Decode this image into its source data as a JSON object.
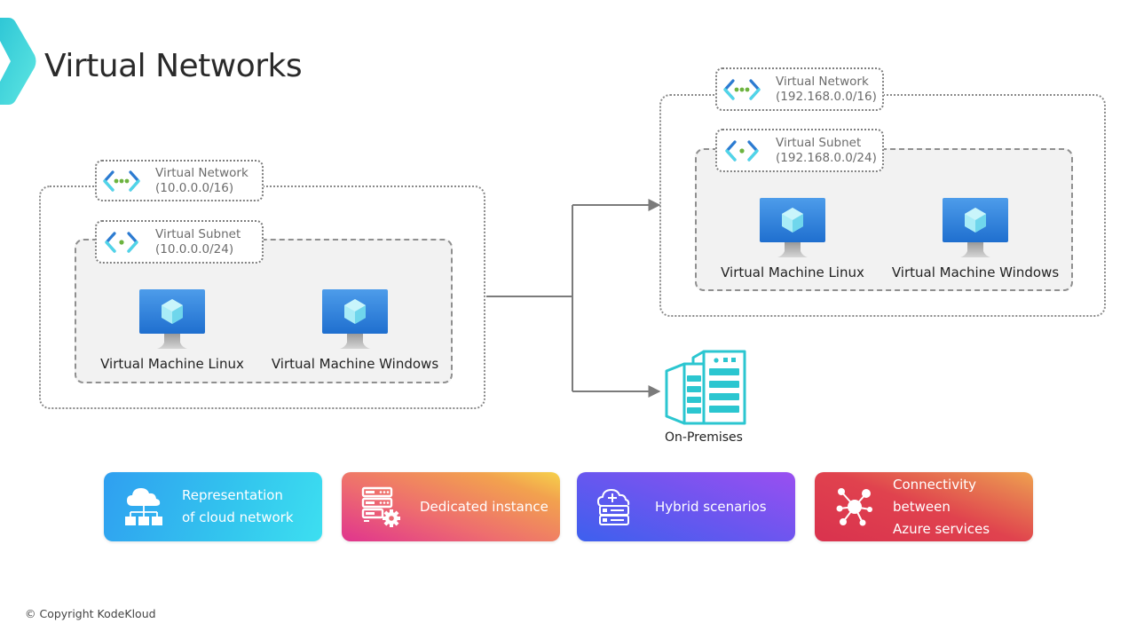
{
  "header": {
    "title": "Virtual Networks",
    "logo_icon": "chevron-right-icon"
  },
  "colors": {
    "accent": "#3ad3d8",
    "vnet_icon_blue": "#2c7bd1",
    "vnet_icon_cyan": "#50d5e8",
    "vnet_icon_dot": "#6db33f",
    "vm_screen": "#2f84e0",
    "onprem_teal": "#2bc6d0",
    "connector": "#7b7b7b"
  },
  "left_network": {
    "vnet_label": "Virtual Network",
    "vnet_cidr": "(10.0.0.0/16)",
    "subnet_label": "Virtual Subnet",
    "subnet_cidr": "(10.0.0.0/24)",
    "vms": [
      {
        "label": "Virtual Machine Linux",
        "icon": "virtual-machine-icon"
      },
      {
        "label": "Virtual Machine Windows",
        "icon": "virtual-machine-icon"
      }
    ]
  },
  "right_network": {
    "vnet_label": "Virtual Network",
    "vnet_cidr": "(192.168.0.0/16)",
    "subnet_label": "Virtual Subnet",
    "subnet_cidr": "(192.168.0.0/24)",
    "vms": [
      {
        "label": "Virtual Machine Linux",
        "icon": "virtual-machine-icon"
      },
      {
        "label": "Virtual Machine Windows",
        "icon": "virtual-machine-icon"
      }
    ]
  },
  "on_premises": {
    "label": "On-Premises",
    "icon": "datacenter-building-icon"
  },
  "features": [
    {
      "line1": "Representation",
      "line2": "of cloud network",
      "icon": "cloud-network-icon"
    },
    {
      "line1": "Dedicated instance",
      "line2": "",
      "icon": "server-gear-icon"
    },
    {
      "line1": "Hybrid scenarios",
      "line2": "",
      "icon": "hybrid-cloud-server-icon"
    },
    {
      "line1": "Connectivity between",
      "line2": "Azure services",
      "icon": "hub-connectivity-icon"
    }
  ],
  "footer": {
    "copyright": "© Copyright KodeKloud"
  }
}
